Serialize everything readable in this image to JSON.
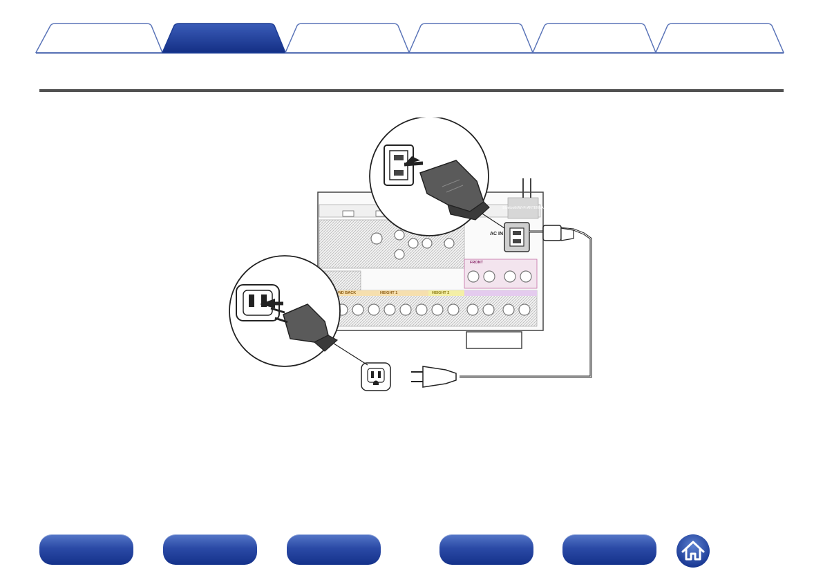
{
  "tabs": [
    {
      "id": "tab-1",
      "active": false
    },
    {
      "id": "tab-2",
      "active": true
    },
    {
      "id": "tab-3",
      "active": false
    },
    {
      "id": "tab-4",
      "active": false
    },
    {
      "id": "tab-5",
      "active": false
    },
    {
      "id": "tab-6",
      "active": false
    }
  ],
  "diagram": {
    "ac_in_label": "AC IN",
    "bluetooth_label": "Bluetooth/Wi-Fi ANTENNA",
    "section_labels": [
      "SURROUND BACK",
      "HEIGHT 1",
      "HEIGHT 2",
      "FRONT"
    ]
  },
  "colors": {
    "tab_active": "#1d3c94",
    "tab_border": "#2d4a9c",
    "nav_button": "#1e3c96",
    "rule": "#505050"
  },
  "icons": {
    "home": "home-icon"
  }
}
